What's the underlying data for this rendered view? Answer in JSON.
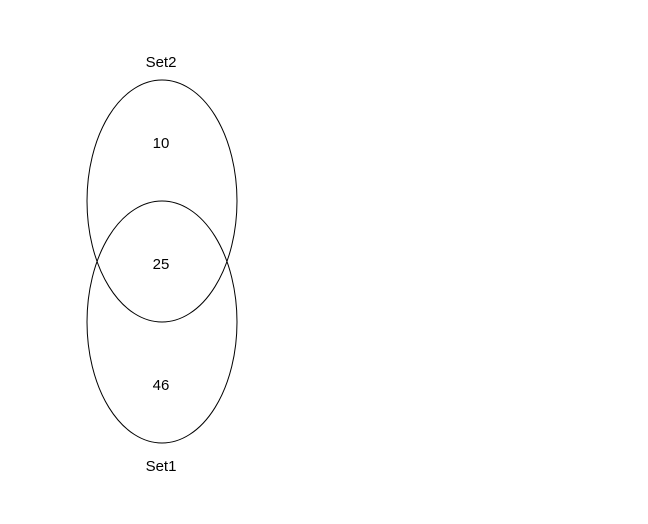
{
  "diagram": {
    "type": "venn",
    "stroke_color": "#000000",
    "background_color": "#ffffff",
    "sets": [
      {
        "name": "Set2"
      },
      {
        "name": "Set1"
      }
    ],
    "regions": {
      "set2_only": "10",
      "intersection": "25",
      "set1_only": "46"
    }
  }
}
